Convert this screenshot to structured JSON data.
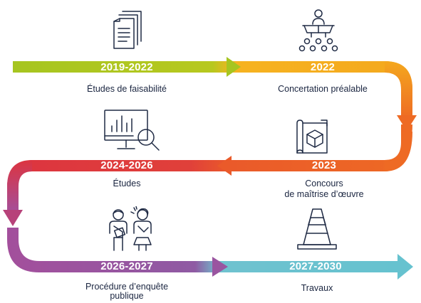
{
  "steps": [
    {
      "year": "2019-2022",
      "label": "Études de faisabilité",
      "icon": "documents-icon"
    },
    {
      "year": "2022",
      "label": "Concertation préalable",
      "icon": "meeting-audience-icon"
    },
    {
      "year": "2023",
      "label": "Concours\nde maîtrise d’œuvre",
      "icon": "blueprint-cube-icon"
    },
    {
      "year": "2024-2026",
      "label": "Études",
      "icon": "monitor-chart-search-icon"
    },
    {
      "year": "2026-2027",
      "label": "Procédure d’enquête\npublique",
      "icon": "people-discussion-icon"
    },
    {
      "year": "2027-2030",
      "label": "Travaux",
      "icon": "traffic-cone-icon"
    }
  ],
  "colors": {
    "green": "#a6c520",
    "yellow": "#f5b21e",
    "orange": "#ee6a24",
    "red": "#de3440",
    "purple": "#a34f9c",
    "teal": "#66c2cf",
    "ink": "#1f2a44"
  }
}
